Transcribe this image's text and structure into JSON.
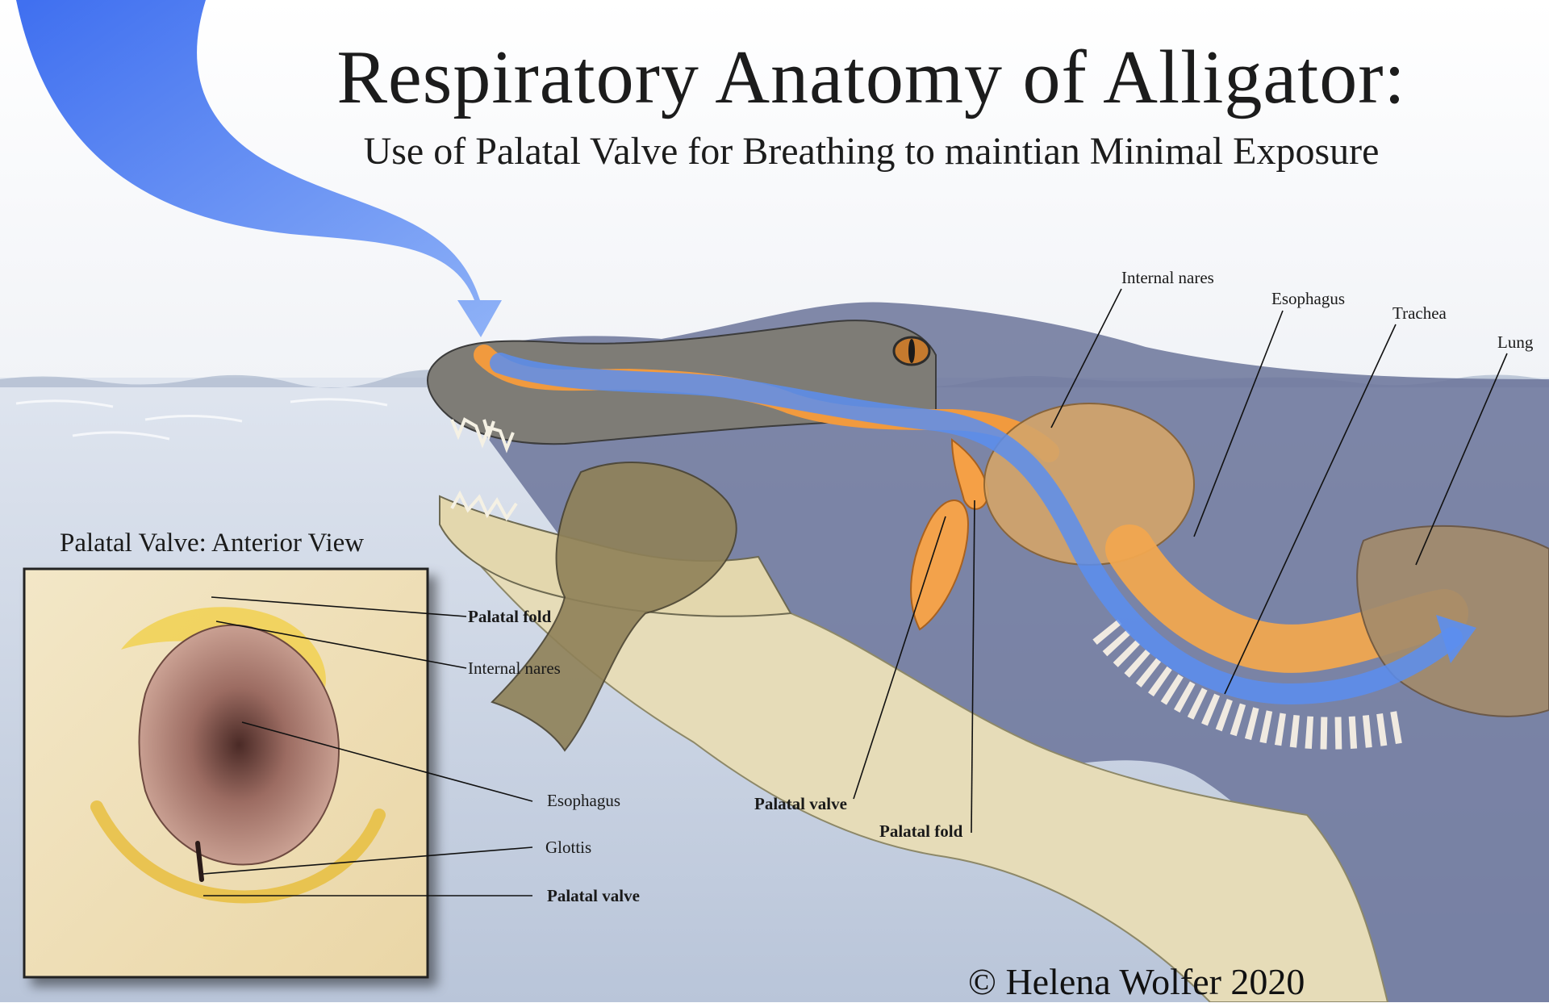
{
  "title": "Respiratory Anatomy of Alligator:",
  "subtitle": "Use of Palatal Valve for Breathing to maintian Minimal Exposure",
  "inset": {
    "title": "Palatal Valve: Anterior View",
    "labels": {
      "palatal_fold": "Palatal fold",
      "internal_nares": "Internal nares",
      "esophagus": "Esophagus",
      "glottis": "Glottis",
      "palatal_valve": "Palatal valve"
    }
  },
  "main_labels": {
    "internal_nares": "Internal nares",
    "esophagus": "Esophagus",
    "trachea": "Trachea",
    "lung": "Lung",
    "palatal_valve": "Palatal valve",
    "palatal_fold": "Palatal fold"
  },
  "copyright": "© Helena Wolfer 2020",
  "watermark": "Helena Wolfer",
  "colors": {
    "airflow": "#5b8ef0",
    "water": "#c9d3e4",
    "tissue_orange": "#f19a3e",
    "hide_blue": "#56628a",
    "belly": "#e8dfbf"
  }
}
